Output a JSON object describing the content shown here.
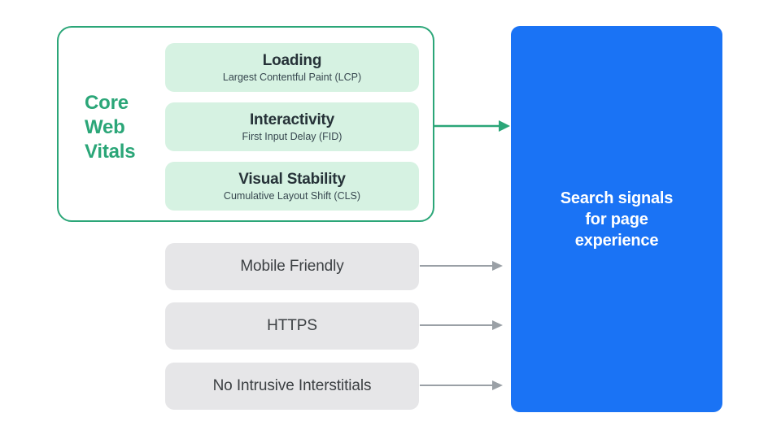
{
  "diagram": {
    "title": "Search signals for page experience",
    "colors": {
      "accent_green": "#2BA678",
      "card_green": "#D6F2E2",
      "panel_blue": "#1A73F5",
      "box_gray": "#E6E6E8",
      "arrow_gray": "#9AA0A6",
      "text_dark": "#263238"
    }
  },
  "core_web_vitals": {
    "group_label": "Core\nWeb\nVitals",
    "metrics": [
      {
        "title": "Loading",
        "subtitle": "Largest Contentful Paint (LCP)"
      },
      {
        "title": "Interactivity",
        "subtitle": "First Input Delay (FID)"
      },
      {
        "title": "Visual Stability",
        "subtitle": "Cumulative Layout Shift (CLS)"
      }
    ]
  },
  "other_signals": [
    {
      "label": "Mobile Friendly"
    },
    {
      "label": "HTTPS"
    },
    {
      "label": "No Intrusive Interstitials"
    }
  ],
  "outcome_panel": {
    "text": "Search signals\nfor page\nexperience"
  }
}
